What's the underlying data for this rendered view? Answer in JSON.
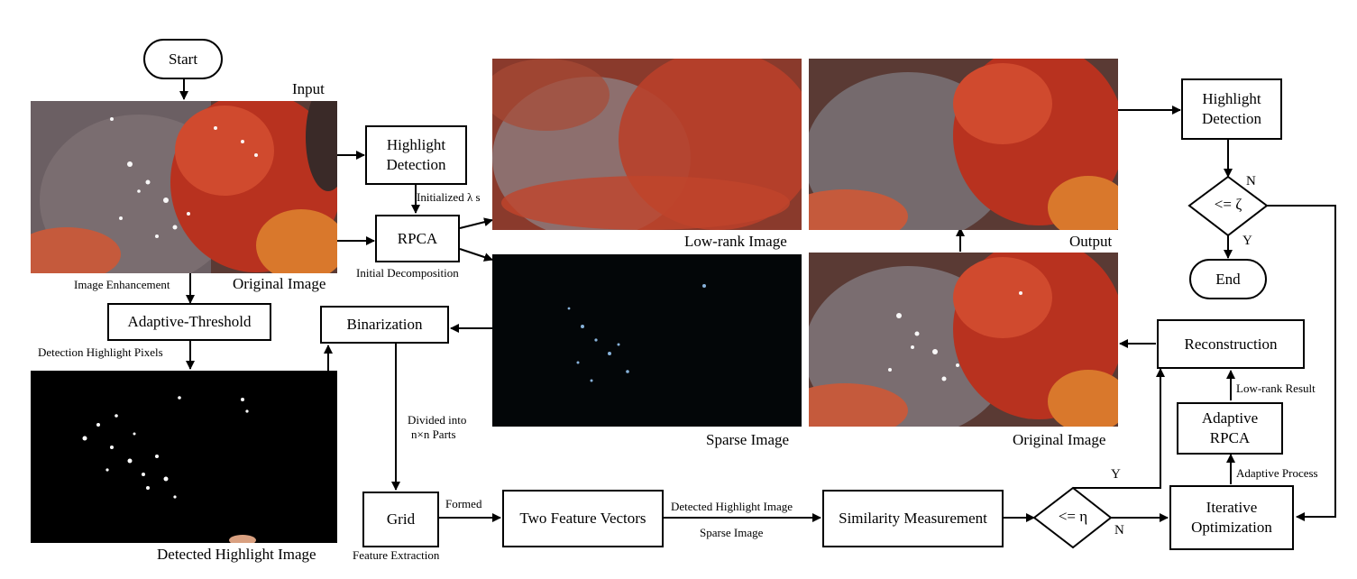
{
  "nodes": {
    "start": "Start",
    "input_label": "Input",
    "original_image_caption": "Original Image",
    "image_enhancement": "Image Enhancement",
    "adaptive_threshold": "Adaptive-Threshold",
    "detection_highlight_pixels": "Detection Highlight Pixels",
    "detected_highlight_image_caption": "Detected Highlight Image",
    "highlight_detection_1": [
      "Highlight",
      "Detection"
    ],
    "initialized_lambda": "Initialized λ s",
    "rpca": "RPCA",
    "initial_decomposition": "Initial Decomposition",
    "binarization": "Binarization",
    "divided_into": [
      "Divided into",
      "n×n Parts"
    ],
    "grid": "Grid",
    "formed": "Formed",
    "feature_extraction": "Feature Extraction",
    "two_feature_vectors": "Two Feature Vectors",
    "detected_highlight_image_arrow": "Detected Highlight Image",
    "sparse_image_arrow": "Sparse Image",
    "similarity_measurement": "Similarity Measurement",
    "eta_decision": "<= η",
    "eta_yes": "Y",
    "eta_no": "N",
    "low_rank_caption": "Low-rank Image",
    "sparse_caption": "Sparse Image",
    "output_caption": "Output",
    "original_image_caption_2": "Original Image",
    "highlight_detection_2": [
      "Highlight",
      "Detection"
    ],
    "zeta_decision": "<= ζ",
    "zeta_no": "N",
    "zeta_yes": "Y",
    "end": "End",
    "reconstruction": "Reconstruction",
    "low_rank_result": "Low-rank Result",
    "adaptive_rpca": [
      "Adaptive",
      "RPCA"
    ],
    "adaptive_process": "Adaptive Process",
    "iterative_optimization": [
      "Iterative",
      "Optimization"
    ]
  },
  "colors": {
    "tissue_red": "#c43a24",
    "liver_gray": "#6e6366",
    "fat_orange": "#d9782c",
    "specular_white": "#ffffff",
    "sparse_blue": "#9fd0ff"
  }
}
